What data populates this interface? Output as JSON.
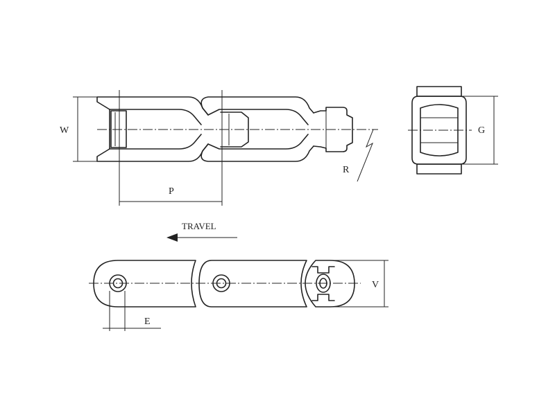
{
  "labels": {
    "w": "W",
    "p": "P",
    "r": "R",
    "g": "G",
    "travel": "TRAVEL",
    "v": "V",
    "e": "E"
  }
}
